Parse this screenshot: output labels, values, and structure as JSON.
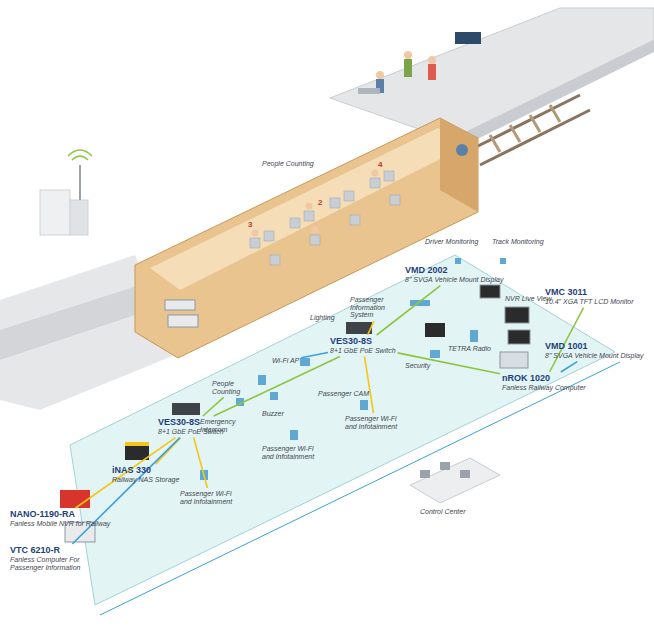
{
  "diagram": {
    "nodes": [
      {
        "text": [
          "Driver Monitoring"
        ]
      },
      {
        "text": [
          "Track Monitoring"
        ]
      },
      {
        "text": [
          "VMD 2002",
          "8\" SVGA Vehicle Mount Display"
        ]
      },
      {
        "text": [
          "VMC 3011",
          "10.4\" XGA TFT LCD Monitor"
        ]
      },
      {
        "text": [
          "NVR Live View"
        ]
      },
      {
        "text": [
          "VMD 1001",
          "8\" SVGA Vehicle Mount Display"
        ]
      },
      {
        "text": [
          "TETRA Radio"
        ]
      },
      {
        "text": [
          "Security"
        ]
      },
      {
        "text": [
          "nROK 1020",
          "Fanless Railway Computer"
        ]
      },
      {
        "text": [
          "Passenger Information System"
        ]
      },
      {
        "text": [
          "VES30-8S",
          "8+1 GbE PoE Switch"
        ]
      },
      {
        "text": [
          "Lighting"
        ]
      },
      {
        "text": [
          "Wi-Fi AP"
        ]
      },
      {
        "text": [
          "Passenger CAM"
        ]
      },
      {
        "text": [
          "People Counting"
        ]
      },
      {
        "text": [
          "Emergency Intercom"
        ]
      },
      {
        "text": [
          "Buzzer"
        ]
      },
      {
        "text": [
          "VES30-8S",
          "8+1 GbE PoE Switch"
        ]
      },
      {
        "text": [
          "Passenger Wi-Fi and Infotainment"
        ]
      },
      {
        "text": [
          "Passenger Wi-Fi and Infotainment"
        ]
      },
      {
        "text": [
          "Passenger Wi-Fi and Infotainment"
        ]
      },
      {
        "text": [
          "iNAS 330",
          "Railway NAS Storage"
        ]
      },
      {
        "text": [
          "NANO-1190-RA",
          "Fanless Mobile NVR for Railway"
        ]
      },
      {
        "text": [
          "VTC 6210-R",
          "Fanless Computer For Passenger Information"
        ]
      },
      {
        "text": [
          "Control Center"
        ]
      },
      {
        "text": [
          "People Counting"
        ]
      }
    ],
    "edges": [
      {
        "from": 17,
        "to": 10,
        "arrow": "none"
      },
      {
        "from": 17,
        "to": 22,
        "arrow": "none"
      },
      {
        "from": 17,
        "to": 21,
        "arrow": "none"
      },
      {
        "from": 17,
        "to": 23,
        "arrow": "none"
      },
      {
        "from": 17,
        "to": 14,
        "arrow": "none"
      },
      {
        "from": 17,
        "to": 20,
        "arrow": "none"
      },
      {
        "from": 10,
        "to": 8,
        "arrow": "none"
      },
      {
        "from": 10,
        "to": 2,
        "arrow": "none"
      },
      {
        "from": 10,
        "to": 12,
        "arrow": "none"
      },
      {
        "from": 10,
        "to": 9,
        "arrow": "none"
      },
      {
        "from": 10,
        "to": 18,
        "arrow": "none"
      },
      {
        "from": 8,
        "to": 5,
        "arrow": "none"
      },
      {
        "from": 8,
        "to": 3,
        "arrow": "none"
      }
    ],
    "labels": [
      "3",
      "2",
      "4"
    ]
  }
}
